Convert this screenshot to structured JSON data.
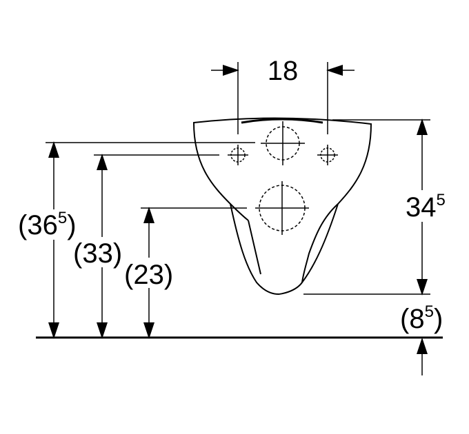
{
  "dimensions": {
    "top_width": {
      "value": "18"
    },
    "right_height": {
      "value": "34",
      "sup": "5"
    },
    "right_gap": {
      "open": "(",
      "value": "8",
      "sup": "5",
      "close": ")"
    },
    "left_outer": {
      "open": "(",
      "value": "36",
      "sup": "5",
      "close": ")"
    },
    "left_middle": {
      "text": "(33)"
    },
    "left_inner": {
      "text": "(23)"
    }
  },
  "colors": {
    "line": "#000000",
    "background": "#ffffff"
  }
}
